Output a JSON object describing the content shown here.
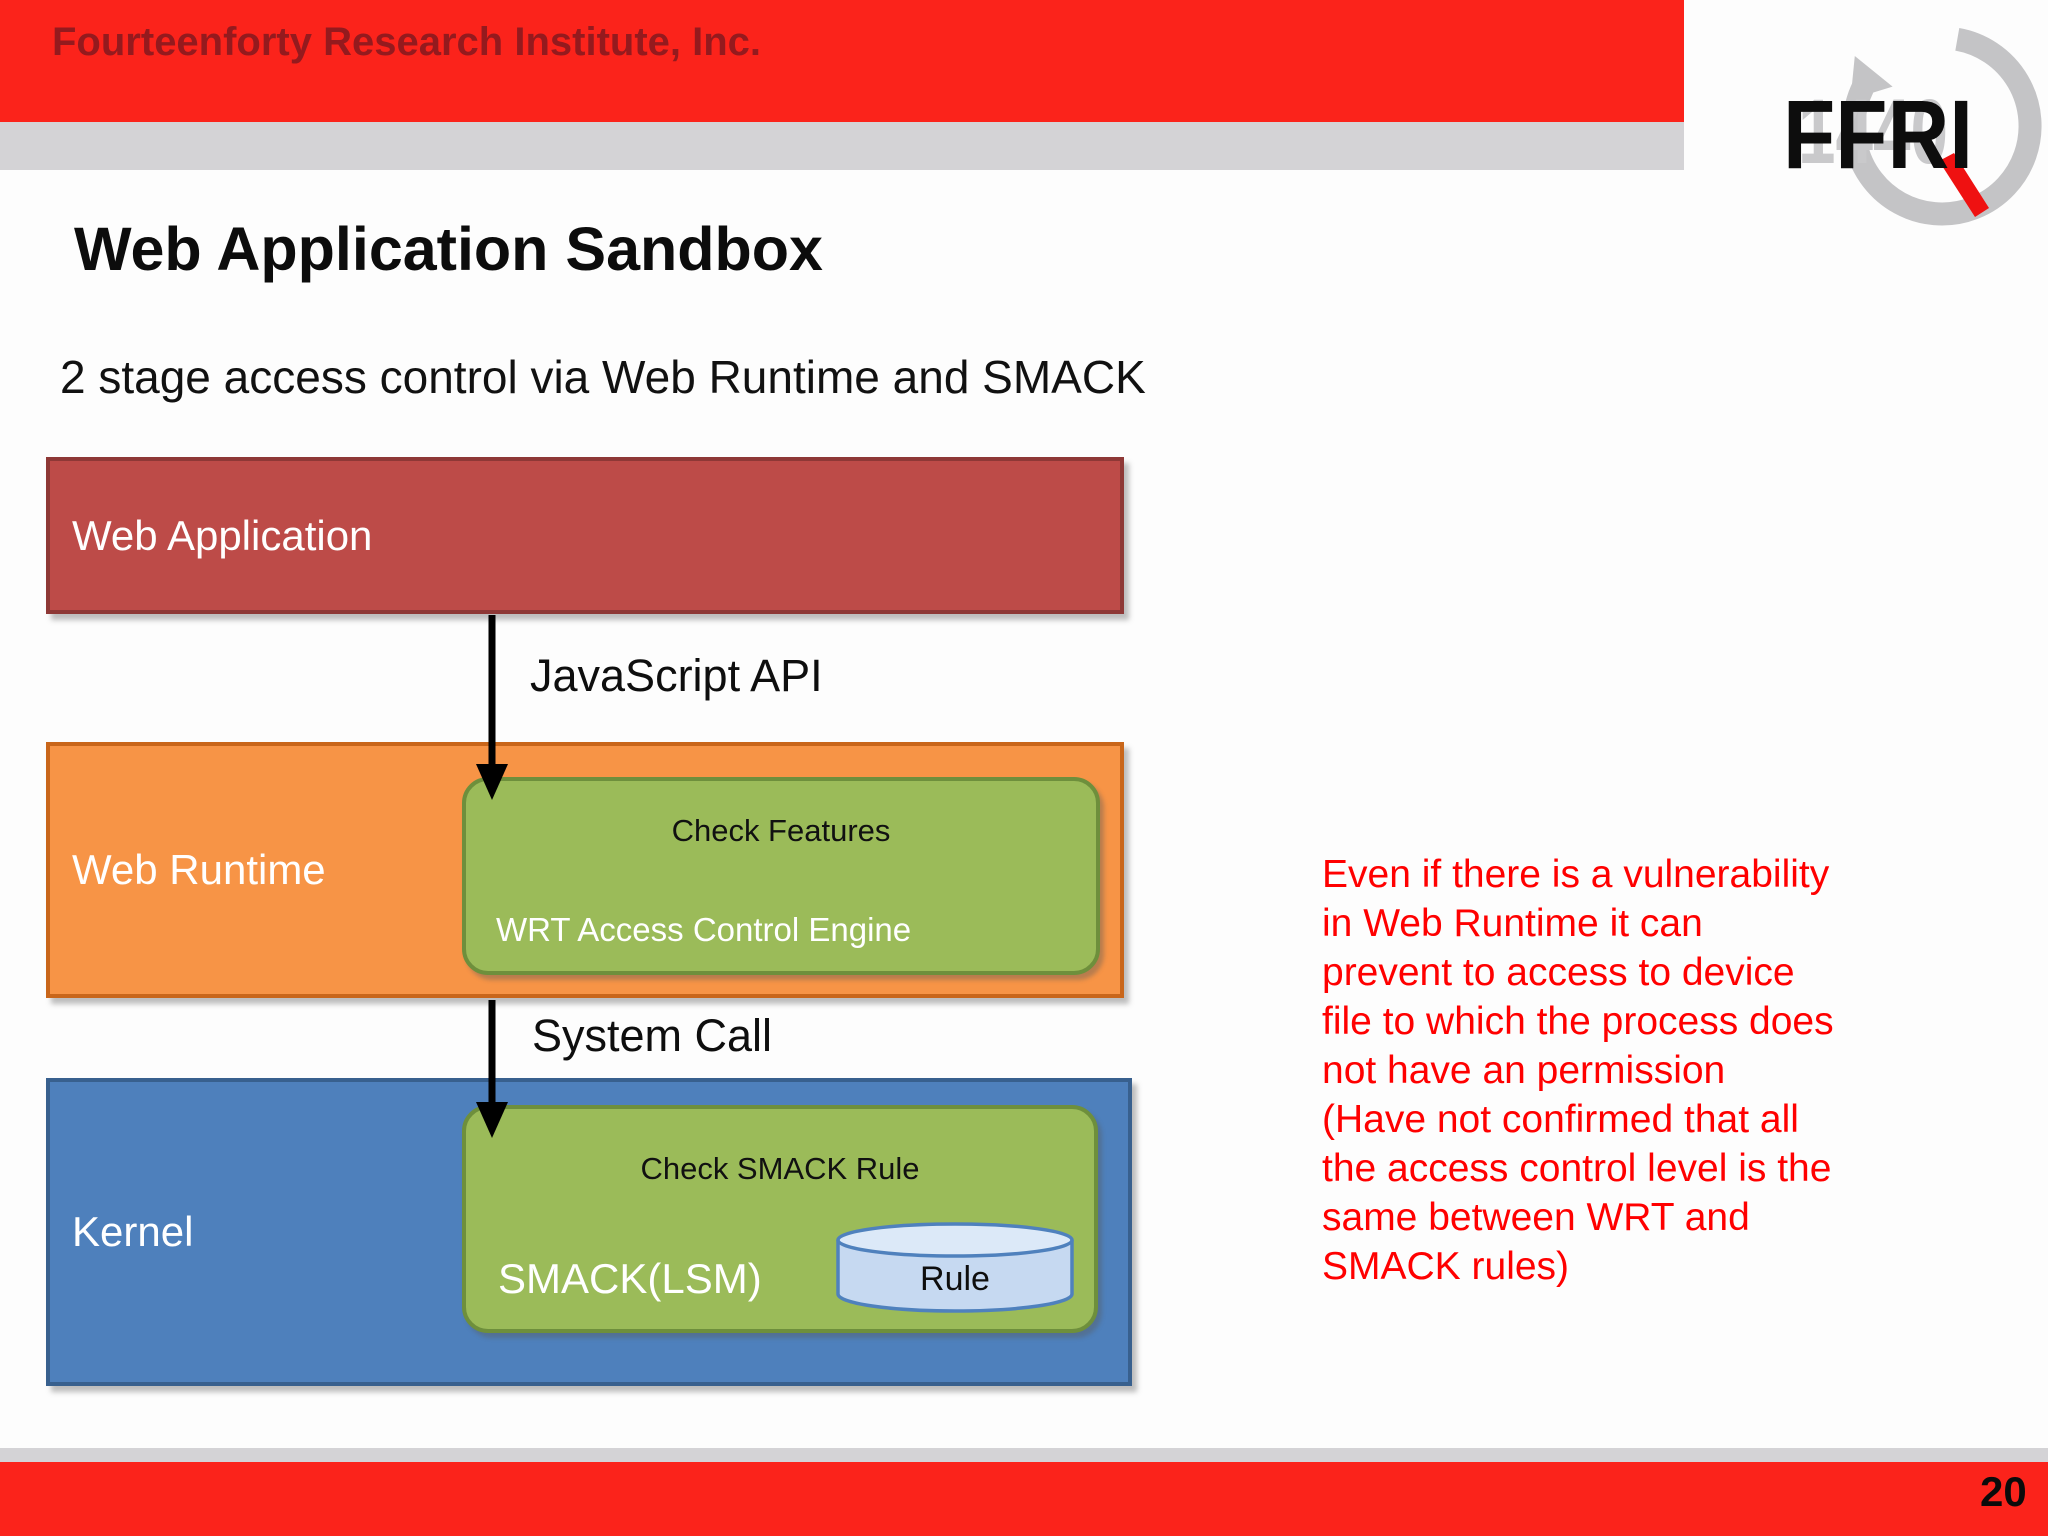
{
  "header": {
    "company_name": "Fourteenforty Research Institute, Inc.",
    "bar_color": "#fb231b",
    "stripe_color": "#d4d3d6",
    "company_text_color": "#941a1e"
  },
  "logo": {
    "brand": "FFRI",
    "watermark": "1440",
    "ring_color": "#c4c4c6",
    "slash_color": "#ef1111"
  },
  "slide": {
    "title": "Web Application Sandbox",
    "subtitle": "2 stage access control via Web Runtime and SMACK",
    "page_number": "20"
  },
  "diagram": {
    "web_application": {
      "label": "Web Application",
      "fill": "#bd4b48",
      "border": "#8e3836"
    },
    "arrow1_label": "JavaScript API",
    "web_runtime": {
      "label": "Web Runtime",
      "fill": "#f79446",
      "border": "#c9661a"
    },
    "wrt_acl": {
      "title": "Check Features",
      "subtitle": "WRT Access Control Engine",
      "fill": "#9bbb59",
      "border": "#6e8f3c"
    },
    "arrow2_label": "System Call",
    "kernel": {
      "label": "Kernel",
      "fill": "#4e80bc",
      "border": "#38608e"
    },
    "smack": {
      "title": "Check SMACK Rule",
      "subtitle": "SMACK(LSM)"
    },
    "rule_db": {
      "label": "Rule",
      "fill": "#c6d9f1",
      "top_fill": "#dcE9f8",
      "border": "#4f81bd"
    },
    "arrow_color": "#000000"
  },
  "annotation": {
    "color": "#ff0000",
    "text": "Even if there is a vulnerability\nin Web Runtime it can\nprevent to access to device\nfile to which the process does\nnot have an permission\n(Have not confirmed that all\nthe access control level is the\nsame between WRT and\nSMACK rules)"
  }
}
